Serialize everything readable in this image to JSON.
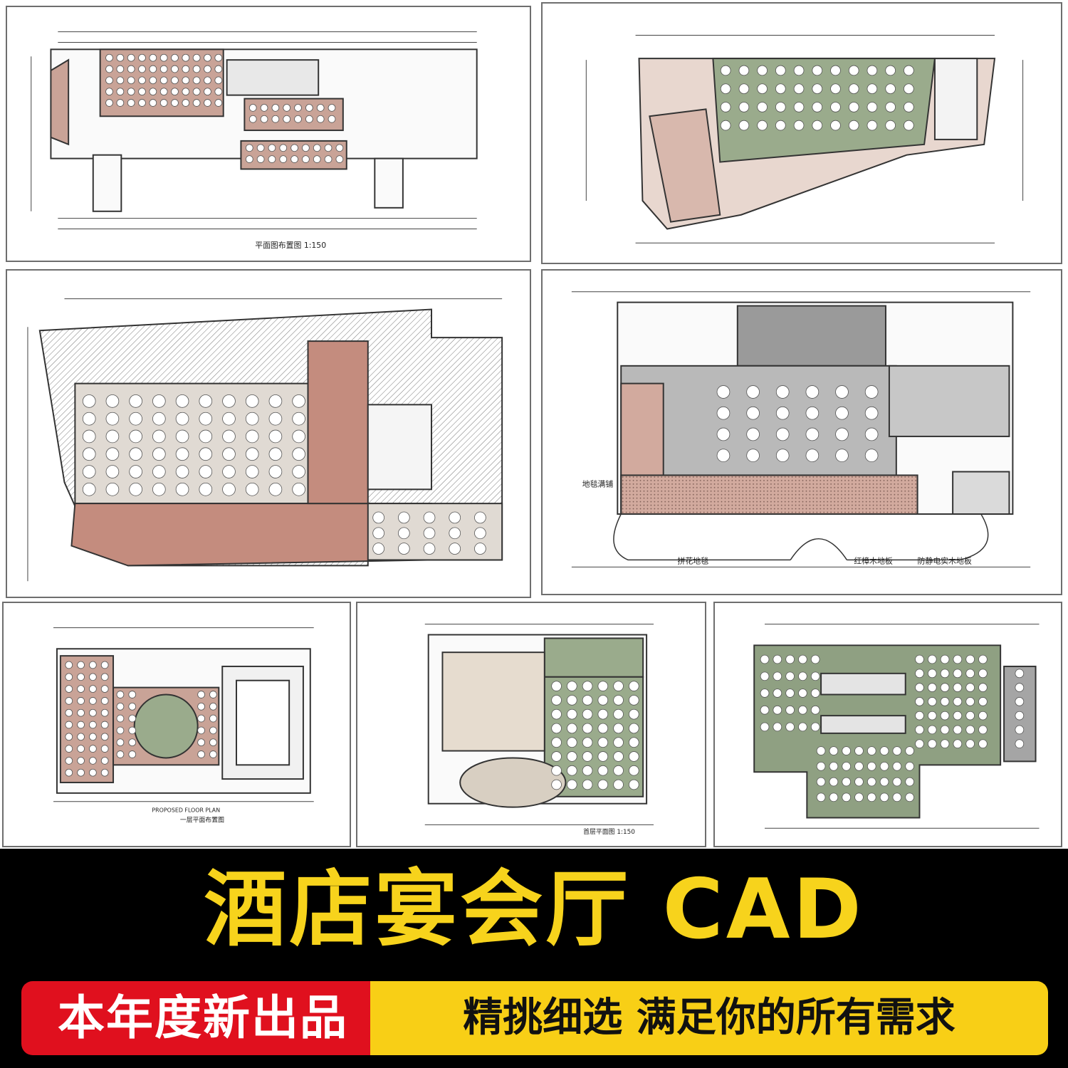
{
  "banner": {
    "title": "酒店宴会厅 CAD",
    "badge": "本年度新出品",
    "slogan": "精挑细选 满足你的所有需求"
  },
  "colors": {
    "background": "#ffffff",
    "banner_bg": "#000000",
    "title_yellow": "#f7d31c",
    "badge_red": "#e0101e",
    "slogan_yellow": "#f8cf16",
    "floor_pink": "#c9a397",
    "floor_green": "#9aab8c",
    "floor_gray": "#bdbdbd",
    "floor_beige": "#e6dccf"
  },
  "plans": {
    "plan1": {
      "caption": "平面图布置图 1:150"
    },
    "plan4": {
      "label_carpet": "地毯满铺",
      "label_pattern_carpet": "拼花地毯",
      "label_redwood": "红樟木地板",
      "label_antistatic": "防静电实木地板"
    },
    "plan5": {
      "caption_en": "PROPOSED FLOOR PLAN",
      "caption_cn": "一层平面布置图"
    },
    "plan6": {
      "caption": "首层平面图 1:150"
    }
  }
}
